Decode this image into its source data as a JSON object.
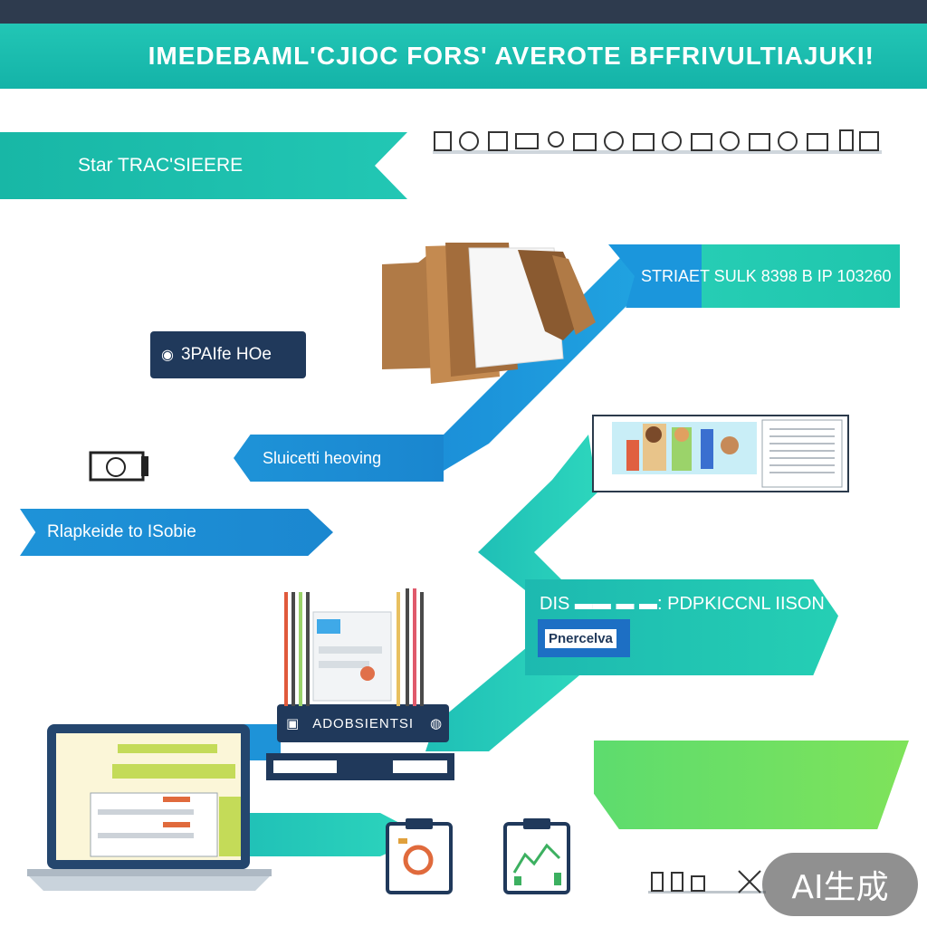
{
  "header": {
    "title": "IMEDEBAML'CJIOC FORS' AVEROTE BFFRIVULTIAJUKI!"
  },
  "ribbons": {
    "start": "Star TRAC'SIEERE",
    "subject": "STRIAET  SULK 8398 B IP 103260",
    "heading": "Sluicetti heoving",
    "replace": "Rlapkeide to ISobie",
    "persona": "DIS  ▬▬ ▬ ▬: PDPKICCNL  IISON"
  },
  "pills": {
    "path": "3PAIfe HOe",
    "assessment": "ADOBSIENTSI",
    "percent": "Pnercelva"
  },
  "watermark": "AI生成",
  "colors": {
    "dark_bar": "#2e3b4e",
    "teal": "#1fc6b3",
    "blue": "#1e93d8",
    "navy": "#20395b",
    "green": "#6fe063"
  }
}
